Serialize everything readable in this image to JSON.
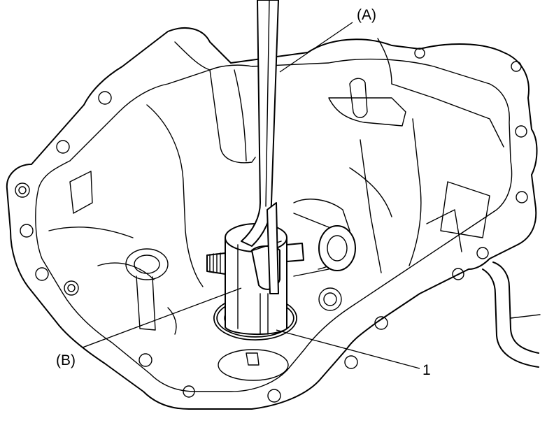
{
  "callouts": {
    "a": "(A)",
    "b": "(B)",
    "one": "1"
  },
  "colors": {
    "line": "#000000",
    "background": "#ffffff"
  }
}
